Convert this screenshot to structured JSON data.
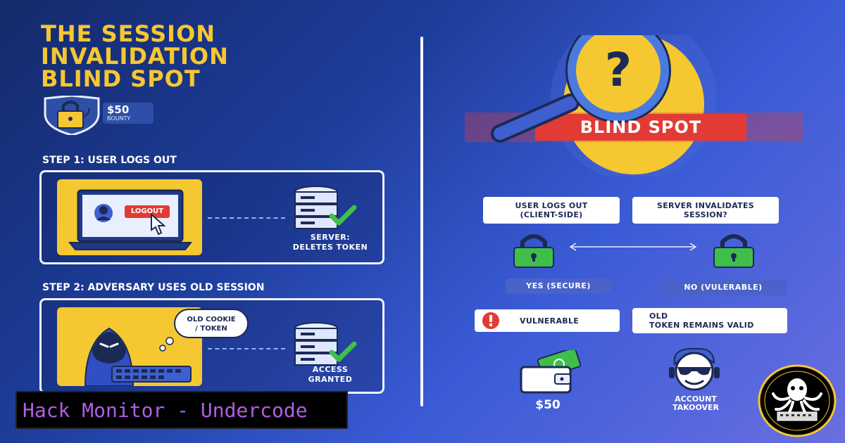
{
  "title": {
    "line1": "THE SESSION",
    "line2": "INVALIDATION",
    "line3": "BLIND SPOT"
  },
  "bounty": {
    "amount": "$50",
    "label": "BOUNTY"
  },
  "step1": {
    "label": "STEP 1: USER LOGS OUT",
    "logout_button": "LOGOUT",
    "server_caption_line1": "SERVER:",
    "server_caption_line2": "DELETES TOKEN"
  },
  "step2": {
    "label": "STEP 2: ADVERSARY USES OLD SESSION",
    "bubble_line1": "OLD COOKIE",
    "bubble_line2": "/ TOKEN",
    "server_caption_line1": "ACCESS",
    "server_caption_line2": "GRANTED"
  },
  "blindspot": {
    "banner": "BLIND SPOT"
  },
  "compare": {
    "left_line1": "USER LOGS OUT",
    "left_line2": "(CLIENT-SIDE)",
    "right_line1": "SERVER INVALIDATES",
    "right_line2": "SESSION?",
    "left_pill": "YES (SECURE)",
    "right_pill": "NO (VULERABLE)",
    "vulnerable": "VULNERABLE",
    "old_line1": "OLD",
    "old_line2": "TOKEN REMAINS VALID"
  },
  "outcomes": {
    "reward": "$50",
    "takeover_line1": "ACCOUNT",
    "takeover_line2": "TAKOOVER"
  },
  "footer": {
    "brand": "Hack Monitor - Undercode"
  },
  "colors": {
    "accent": "#f5c731",
    "danger": "#e23b35",
    "success": "#3fbf4a",
    "footer_text": "#b25de6"
  }
}
